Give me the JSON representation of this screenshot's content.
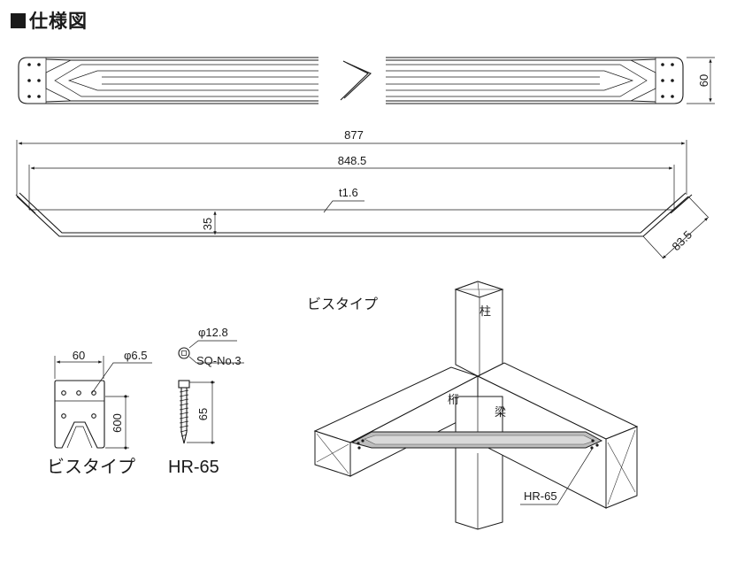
{
  "header": {
    "title": "仕様図"
  },
  "top_view": {
    "height_label": "60"
  },
  "side_view": {
    "overall_length": "877",
    "inner_length": "848.5",
    "thickness": "t1.6",
    "depth": "35",
    "end_length": "83.5"
  },
  "detail": {
    "type_label_top": "ビスタイプ",
    "plate_width": "60",
    "hole_dia": "φ6.5",
    "plate_height": "600",
    "type_label_bottom": "ビスタイプ"
  },
  "screw": {
    "head_dia": "φ12.8",
    "drive": "SQ-No.3",
    "length": "65",
    "model": "HR-65"
  },
  "assembly": {
    "post": "柱",
    "girder": "桁",
    "beam": "梁",
    "screw_callout": "HR-65"
  }
}
